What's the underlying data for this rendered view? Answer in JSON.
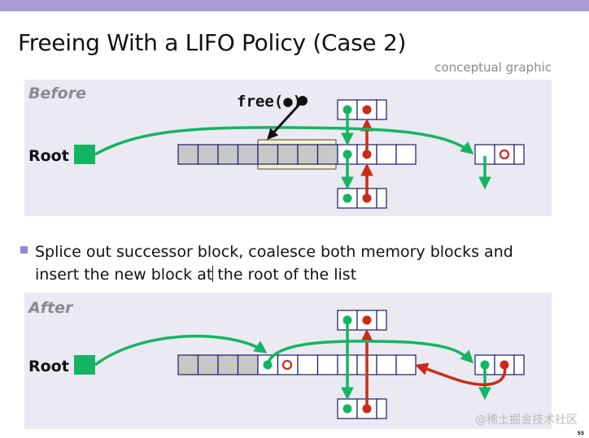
{
  "title": "Freeing With a LIFO Policy (Case 2)",
  "subtitle": "conceptual graphic",
  "before": {
    "label": "Before",
    "root_label": "Root",
    "free_call": "free(●)"
  },
  "bullet": {
    "text_line1": "Splice out successor block, coalesce both memory blocks and",
    "text_line2": "insert the new block at the root of the list"
  },
  "after": {
    "label": "After",
    "root_label": "Root"
  },
  "watermark": "@稀土掘金技术社区",
  "page_number": "55",
  "colors": {
    "green": "#14b562",
    "red": "#cc2a18",
    "gray_cell": "#c8c8c8",
    "highlight": "#f3f1c8",
    "accent": "#a99ad6",
    "panel": "#ebe9f2"
  }
}
